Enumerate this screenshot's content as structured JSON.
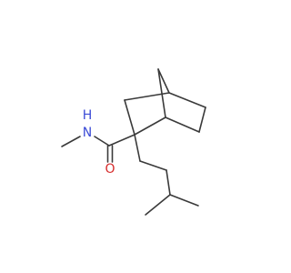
{
  "molecule": {
    "colors": {
      "bond": "#3a3a3a",
      "nitrogen": "#3b4bd6",
      "oxygen": "#d62b2b"
    },
    "labels": {
      "amide_nh": "H",
      "amide_n": "N",
      "carbonyl_o": "O"
    }
  }
}
